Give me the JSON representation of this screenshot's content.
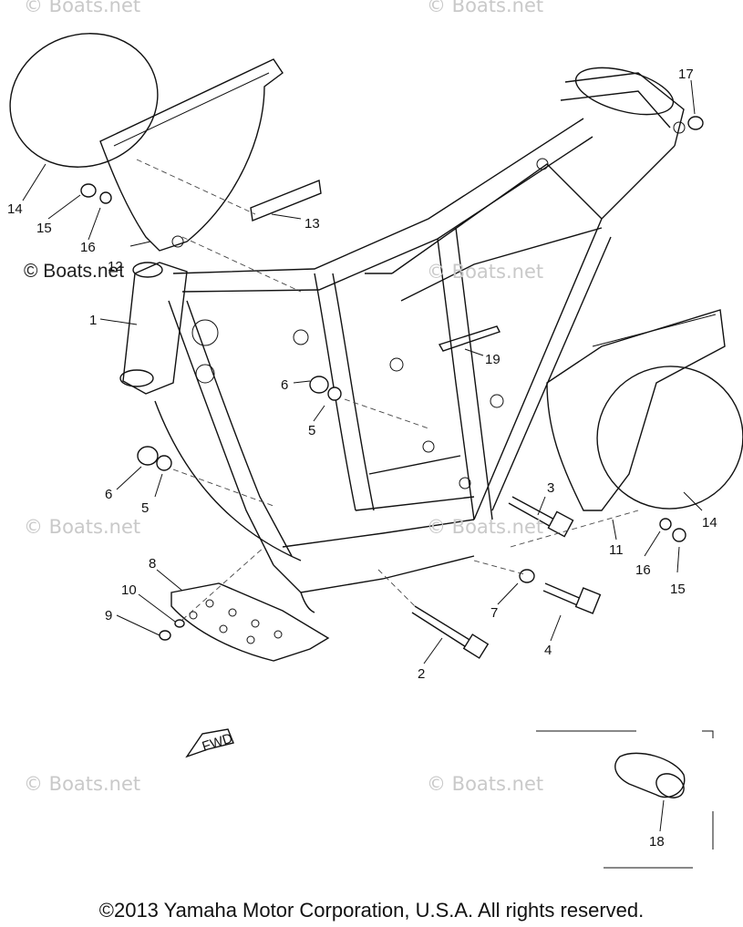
{
  "watermarks": {
    "top_left": "© Boats.net",
    "top_right": "© Boats.net",
    "upper_left_bold": "© Boats.net",
    "upper_center": "© Boats.net",
    "mid_left": "© Boats.net",
    "mid_center": "© Boats.net",
    "bottom_left": "© Boats.net",
    "bottom_right": "© Boats.net"
  },
  "callouts": {
    "p1": "1",
    "p2": "2",
    "p3": "3",
    "p4": "4",
    "p5a": "5",
    "p5b": "5",
    "p6a": "6",
    "p6b": "6",
    "p7": "7",
    "p8": "8",
    "p9": "9",
    "p10": "10",
    "p11": "11",
    "p12": "12",
    "p13": "13",
    "p14a": "14",
    "p14b": "14",
    "p15a": "15",
    "p15b": "15",
    "p16a": "16",
    "p16b": "16",
    "p17": "17",
    "p18": "18",
    "p19": "19"
  },
  "fwd_label": "FWD",
  "copyright": "©2013 Yamaha Motor Corporation, U.S.A. All rights reserved."
}
